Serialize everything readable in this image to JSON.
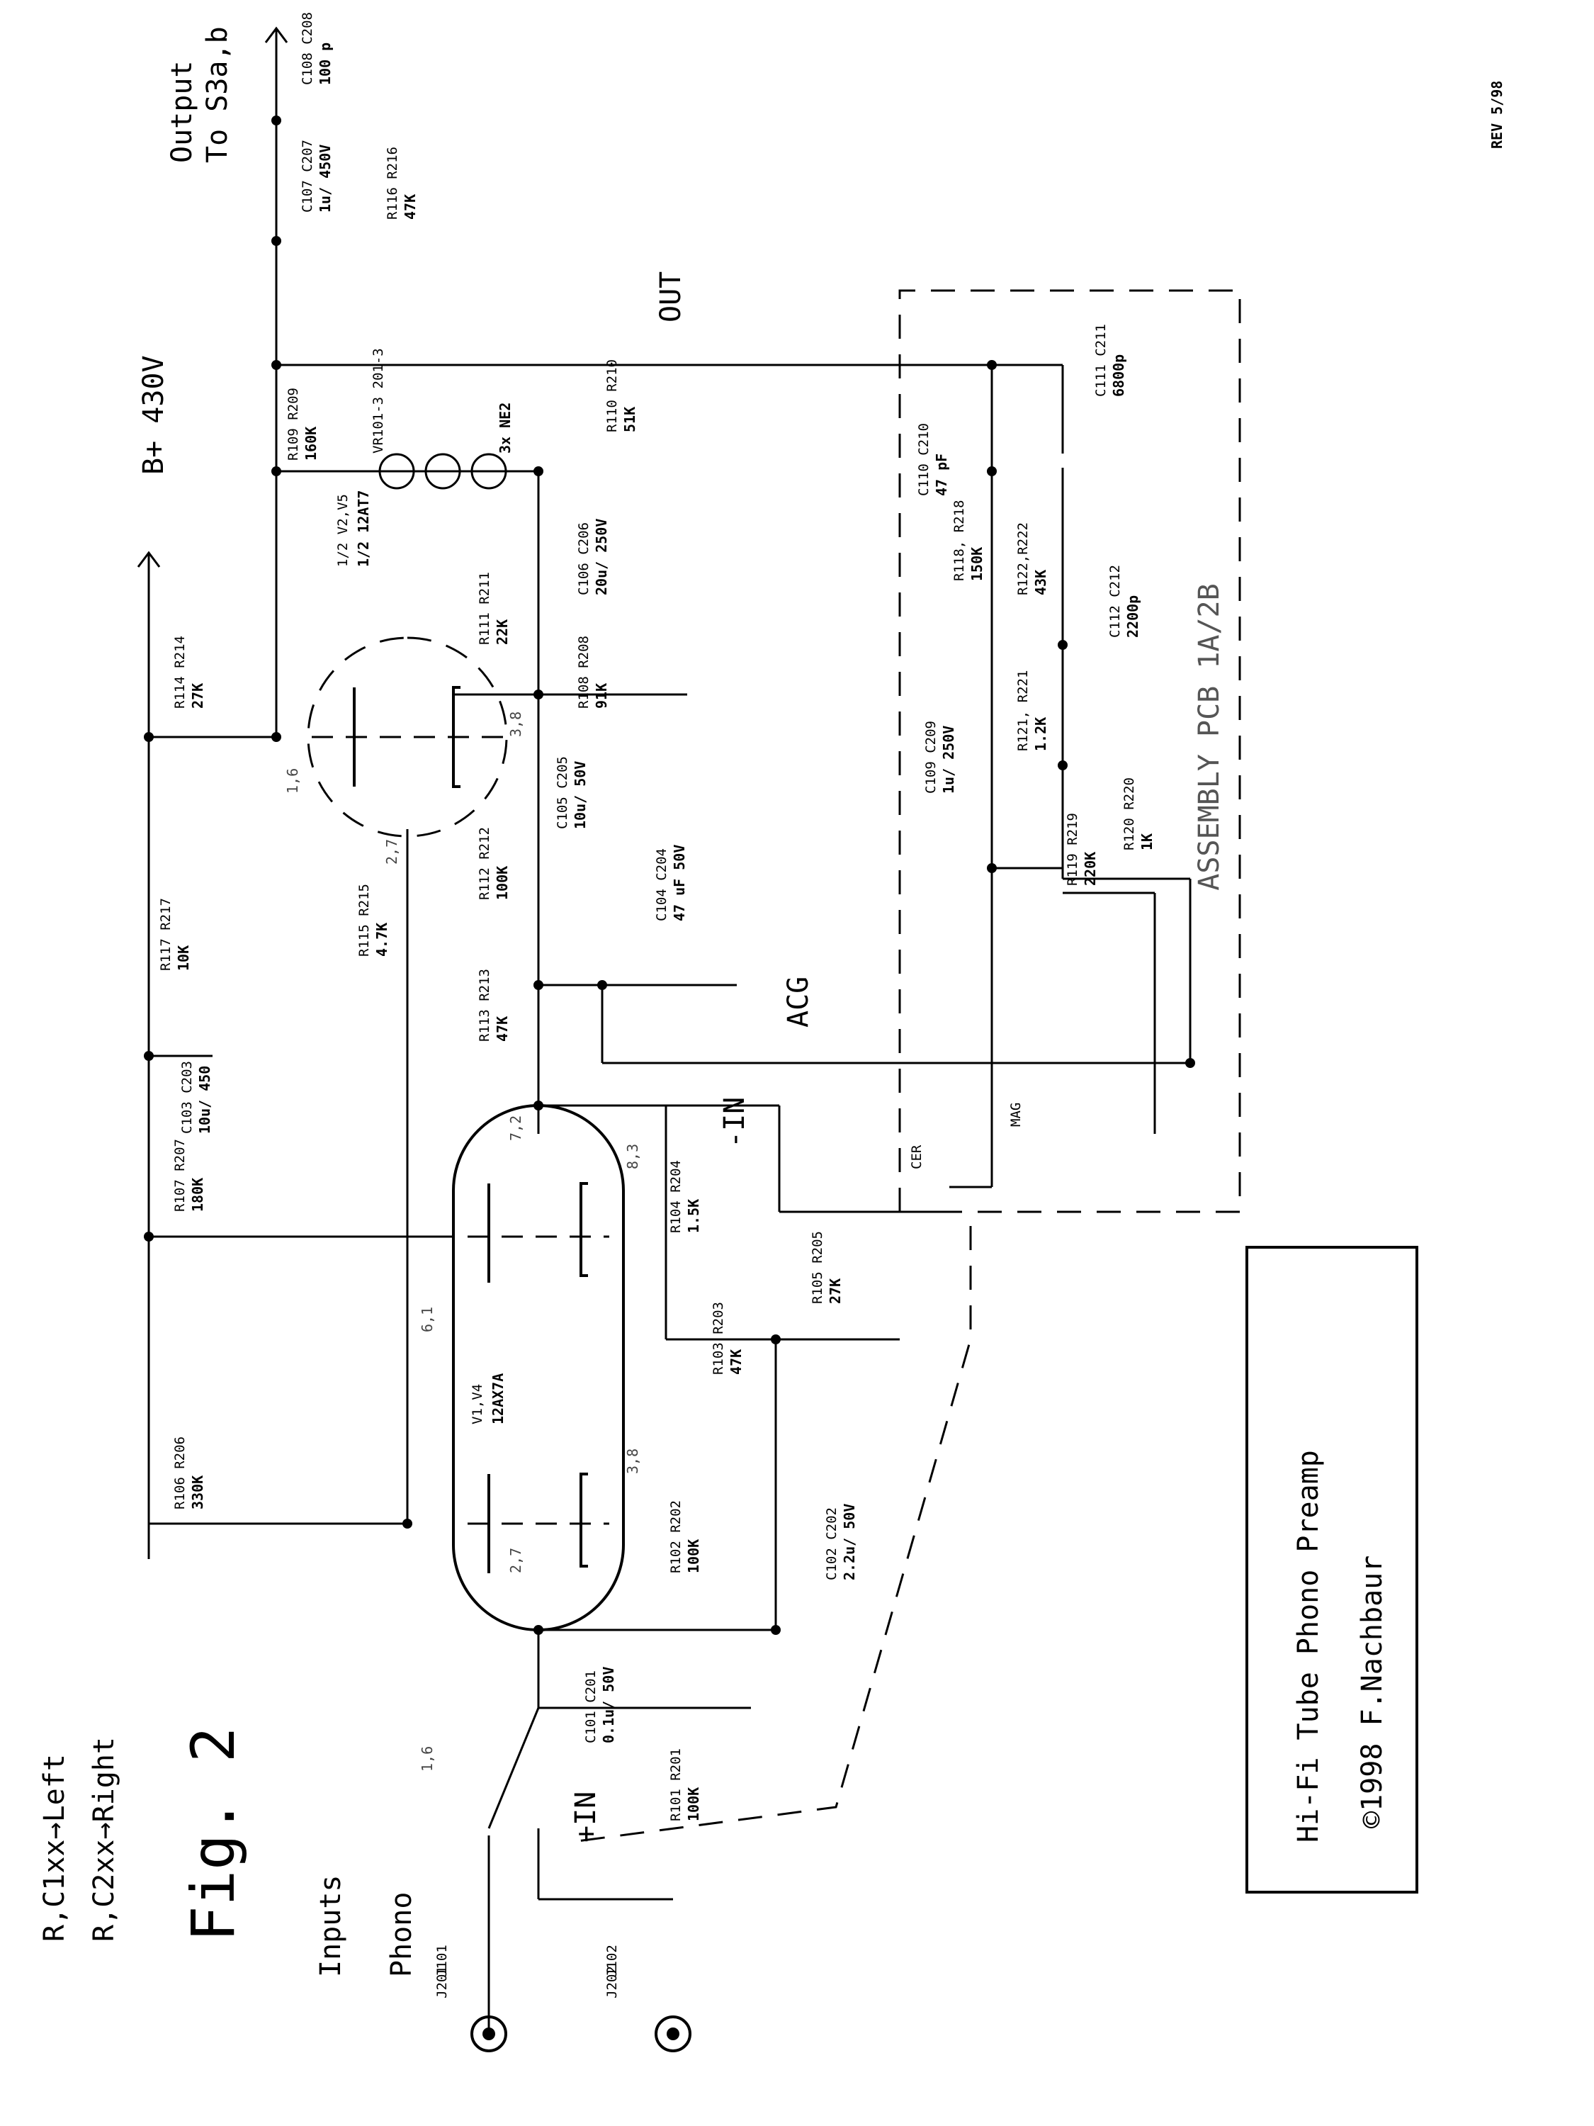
{
  "notes": {
    "left": "R,C1xx→Left",
    "right": "R,C2xx→Right",
    "fig": "Fig. 2",
    "rev": "REV 5/98"
  },
  "title": {
    "line1": "Hi-Fi Tube Phono Preamp",
    "copyright": "©1998 F.Nachbaur"
  },
  "io": {
    "inputs": "Inputs",
    "phono": "Phono",
    "output": "Output",
    "output_to": "To S3a,b",
    "bplus": "B+ 430V",
    "in_plus": "+IN",
    "in_minus": "-IN",
    "out": "OUT",
    "acg": "ACG",
    "cer": "CER",
    "mag": "MAG"
  },
  "assembly": "ASSEMBLY PCB 1A/2B",
  "tubes": {
    "v1": {
      "ref": "V1,V4",
      "type": "12AX7A",
      "pins": [
        "1,6",
        "2,7",
        "6,1",
        "7,2",
        "8,3",
        "3,8"
      ]
    },
    "v2": {
      "ref": "1/2 V2,V5",
      "type": "1/2 12AT7",
      "pins": [
        "1,6",
        "2,7",
        "3,8"
      ]
    },
    "neon": {
      "ref": "VR101-3 201-3",
      "type": "3x NE2"
    }
  },
  "jacks": {
    "j101": "J101",
    "j201": "J201",
    "j102": "J102",
    "j202": "J202"
  },
  "parts": [
    {
      "id": "r101",
      "ref": "R101 R201",
      "val": "100K"
    },
    {
      "id": "r102",
      "ref": "R102 R202",
      "val": "100K"
    },
    {
      "id": "r103",
      "ref": "R103 R203",
      "val": "47K"
    },
    {
      "id": "r104",
      "ref": "R104 R204",
      "val": "1.5K"
    },
    {
      "id": "r105",
      "ref": "R105 R205",
      "val": "27K"
    },
    {
      "id": "r106",
      "ref": "R106 R206",
      "val": "330K"
    },
    {
      "id": "r107",
      "ref": "R107 R207",
      "val": "180K"
    },
    {
      "id": "r108",
      "ref": "R108 R208",
      "val": "91K"
    },
    {
      "id": "r109",
      "ref": "R109 R209",
      "val": "160K"
    },
    {
      "id": "r110",
      "ref": "R110 R210",
      "val": "51K"
    },
    {
      "id": "r111",
      "ref": "R111 R211",
      "val": "22K"
    },
    {
      "id": "r112",
      "ref": "R112 R212",
      "val": "100K"
    },
    {
      "id": "r113",
      "ref": "R113 R213",
      "val": "47K"
    },
    {
      "id": "r114",
      "ref": "R114 R214",
      "val": "27K"
    },
    {
      "id": "r115",
      "ref": "R115 R215",
      "val": "4.7K"
    },
    {
      "id": "r116",
      "ref": "R116 R216",
      "val": "47K"
    },
    {
      "id": "r117",
      "ref": "R117 R217",
      "val": "10K"
    },
    {
      "id": "r118",
      "ref": "R118, R218",
      "val": "150K"
    },
    {
      "id": "r119",
      "ref": "R119 R219",
      "val": "220K"
    },
    {
      "id": "r120",
      "ref": "R120 R220",
      "val": "1K"
    },
    {
      "id": "r121",
      "ref": "R121, R221",
      "val": "1.2K"
    },
    {
      "id": "r122",
      "ref": "R122,R222",
      "val": "43K"
    },
    {
      "id": "c101",
      "ref": "C101 C201",
      "val": "0.1u/ 50V"
    },
    {
      "id": "c102",
      "ref": "C102 C202",
      "val": "2.2u/ 50V"
    },
    {
      "id": "c103",
      "ref": "C103 C203",
      "val": "10u/ 450"
    },
    {
      "id": "c104",
      "ref": "C104 C204",
      "val": "47 uF 50V"
    },
    {
      "id": "c105",
      "ref": "C105 C205",
      "val": "10u/ 50V"
    },
    {
      "id": "c106",
      "ref": "C106 C206",
      "val": "20u/ 250V"
    },
    {
      "id": "c107",
      "ref": "C107 C207",
      "val": "1u/ 450V"
    },
    {
      "id": "c108",
      "ref": "C108 C208",
      "val": "100 p"
    },
    {
      "id": "c109",
      "ref": "C109 C209",
      "val": "1u/ 250V"
    },
    {
      "id": "c110",
      "ref": "C110 C210",
      "val": "47 pF"
    },
    {
      "id": "c111",
      "ref": "C111 C211",
      "val": "6800p"
    },
    {
      "id": "c112",
      "ref": "C112 C212",
      "val": "2200p"
    }
  ]
}
